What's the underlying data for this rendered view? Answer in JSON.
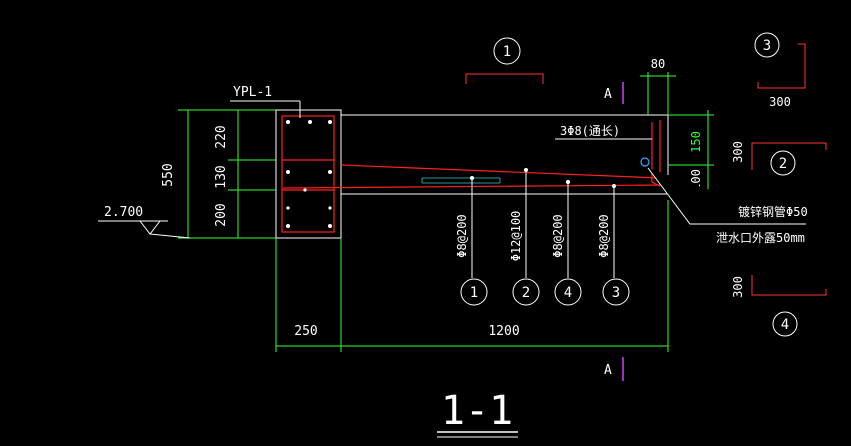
{
  "title": "1-1",
  "beam_label": "YPL-1",
  "elevation": "2.700",
  "section_marks": [
    "A",
    "A"
  ],
  "dims_left": [
    "550",
    "220",
    "130",
    "200"
  ],
  "dims_bottom": [
    "250",
    "1200"
  ],
  "dims_top_right": [
    "80"
  ],
  "dims_right": [
    "150",
    "100"
  ],
  "callouts": [
    {
      "num": "1",
      "spec": "Φ8@200"
    },
    {
      "num": "2",
      "spec": "Φ12@100"
    },
    {
      "num": "4",
      "spec": "Φ8@200"
    },
    {
      "num": "3",
      "spec": "Φ8@200"
    }
  ],
  "note_top_bar": "3Φ8(通长)",
  "note_pipe": "镀锌钢管Φ50",
  "note_drain": "泄水口外露50mm",
  "detail_marks": [
    "1",
    "2",
    "3",
    "4"
  ],
  "detail_dims": [
    "300",
    "300",
    "300"
  ],
  "colors": {
    "background": "#000000",
    "outline": "#ffffff",
    "rebar": "#ff2020",
    "dimension": "#33ff33",
    "callout_line": "#ff3333",
    "section_mark": "#cc44ff",
    "pipe": "#33aaff",
    "hatch_cyan": "#33cccc"
  }
}
